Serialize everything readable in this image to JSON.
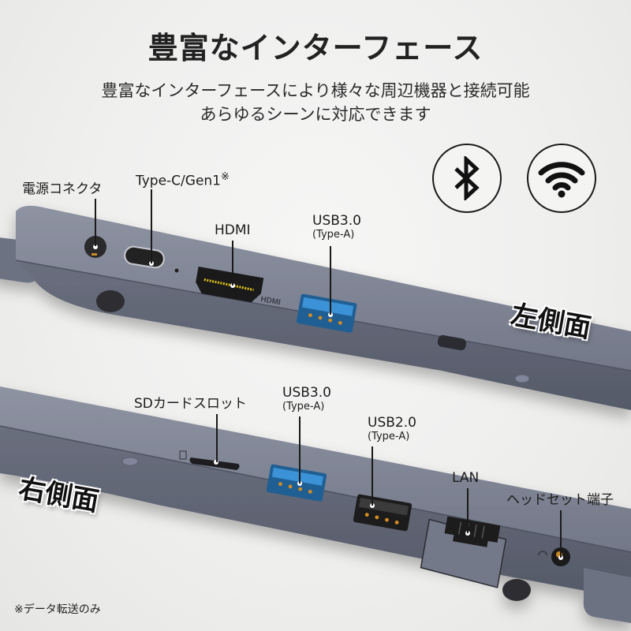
{
  "header": {
    "title": "豊富なインターフェース",
    "subtitle_lines": [
      "豊富なインターフェースにより様々な周辺機器と接続可能",
      "あらゆるシーンに対応できます"
    ]
  },
  "features": [
    {
      "name": "bluetooth",
      "icon": "bluetooth-icon"
    },
    {
      "name": "wifi",
      "icon": "wifi-icon"
    }
  ],
  "left_side": {
    "side_label": "左側面",
    "ports": [
      {
        "label": "電源コネクタ",
        "sub": ""
      },
      {
        "label": "Type-C/Gen1",
        "note_mark": "※",
        "sub": ""
      },
      {
        "label": "HDMI",
        "sub": ""
      },
      {
        "label": "USB3.0",
        "sub": "(Type-A)"
      }
    ],
    "engraved_hdmi": "HDMI"
  },
  "right_side": {
    "side_label": "右側面",
    "ports": [
      {
        "label": "SDカードスロット",
        "sub": ""
      },
      {
        "label": "USB3.0",
        "sub": "(Type-A)"
      },
      {
        "label": "USB2.0",
        "sub": "(Type-A)"
      },
      {
        "label": "LAN",
        "sub": ""
      },
      {
        "label": "ヘッドセット端子",
        "sub": ""
      }
    ]
  },
  "footnote": "※データ転送のみ",
  "colors": {
    "chassis": "#7b8090",
    "chassis_dark": "#5b606e",
    "usb3_blue": "#2b7fc4",
    "usb2_black": "#1f1f1f",
    "pin_orange": "#d48a22"
  }
}
